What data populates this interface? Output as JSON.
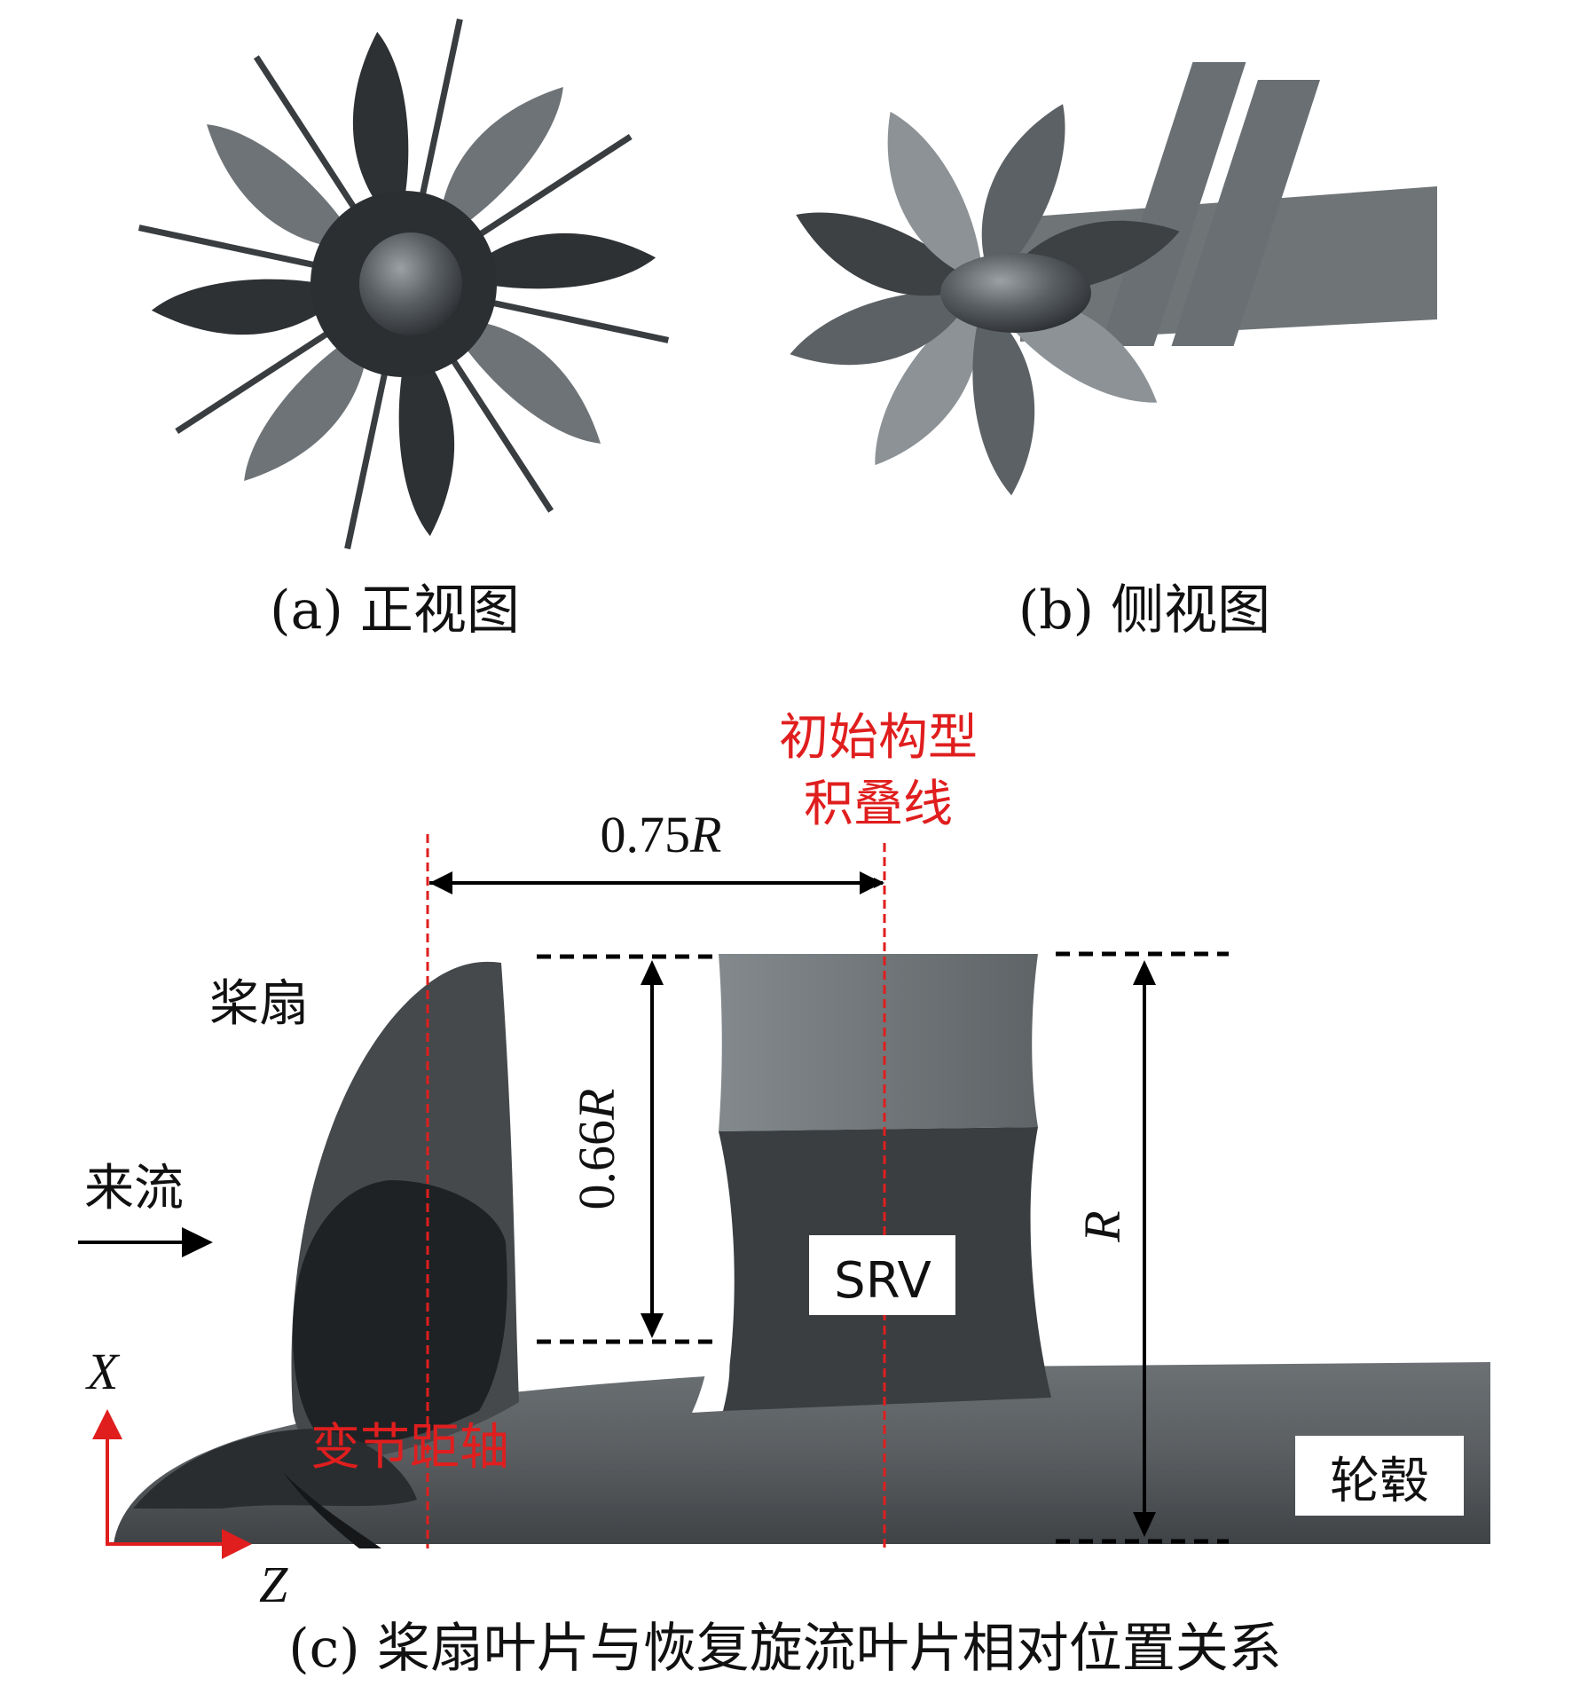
{
  "panels": {
    "a": {
      "caption": "(a) 正视图"
    },
    "b": {
      "caption": "(b) 侧视图"
    },
    "c": {
      "caption": "(c) 桨扇叶片与恢复旋流叶片相对位置关系"
    }
  },
  "labels": {
    "propfan": "桨扇",
    "inflow": "来流",
    "initial_line_1": "初始构型",
    "initial_line_2": "积叠线",
    "pitch_axis": "变节距轴",
    "srv": "SRV",
    "hub": "轮毂",
    "axis_x": "X",
    "axis_z": "Z"
  },
  "dimensions": {
    "axial_gap": "0.75",
    "blade_height": "0.66",
    "radius_symbol": "R"
  },
  "colors": {
    "annotation_red": "#e01e1e",
    "blade_gray": "#6e7377",
    "dark_gray": "#2e3134",
    "hub_gray": "#55595c"
  }
}
